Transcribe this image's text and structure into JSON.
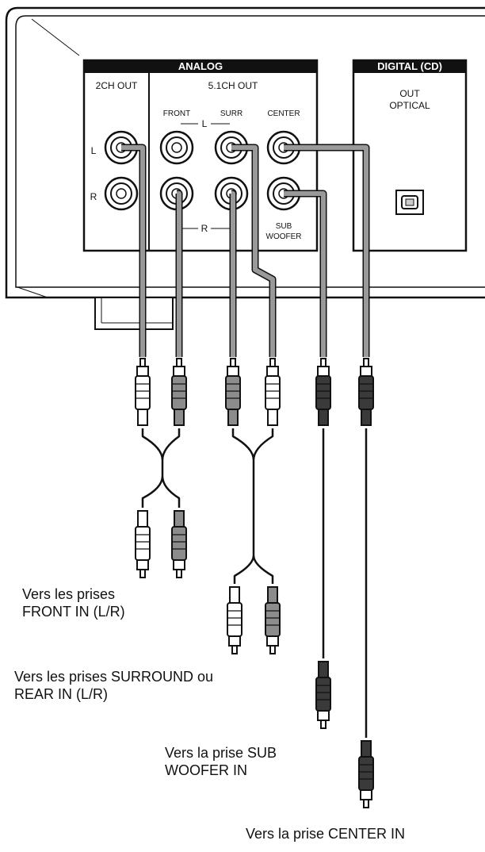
{
  "panel": {
    "analog_header": "ANALOG",
    "digital_header": "DIGITAL (CD)",
    "out_2ch": "2CH OUT",
    "out_51ch": "5.1CH OUT",
    "front": "FRONT",
    "surr": "SURR",
    "center": "CENTER",
    "sub_line1": "SUB",
    "sub_line2": "WOOFER",
    "l_label": "L",
    "r_label": "R",
    "l_row": "L",
    "r_row": "R",
    "optical_line1": "OUT",
    "optical_line2": "OPTICAL"
  },
  "captions": {
    "front_line1": "Vers les prises",
    "front_line2": "FRONT IN (L/R)",
    "surround_line1": "Vers les prises SURROUND ou",
    "surround_line2": "REAR IN (L/R)",
    "sub_line1": "Vers la prise SUB",
    "sub_line2": "WOOFER IN",
    "center_line1": "Vers la prise CENTER IN"
  },
  "colors": {
    "cable": "#999999",
    "white_plug": "#ffffff",
    "gray_plug": "#8c8c8c",
    "black_plug": "#3a3a3a",
    "outline": "#111111"
  }
}
